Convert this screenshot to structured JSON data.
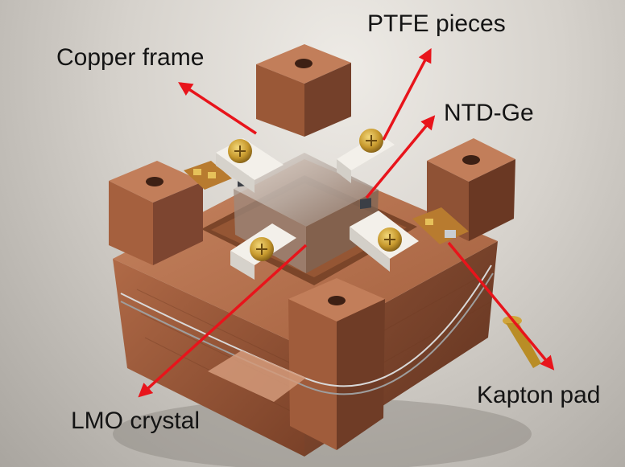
{
  "labels": {
    "copper_frame": "Copper frame",
    "ptfe_pieces": "PTFE pieces",
    "ntd_ge": "NTD-Ge",
    "lmo_crystal": "LMO crystal",
    "kapton_pad": "Kapton pad"
  },
  "colors": {
    "arrow": "#e8141b",
    "copper": "#a4613f",
    "ptfe": "#f1eee8",
    "crystal": "#c9c2bb",
    "brass": "#c89a2e",
    "text": "#141414"
  }
}
